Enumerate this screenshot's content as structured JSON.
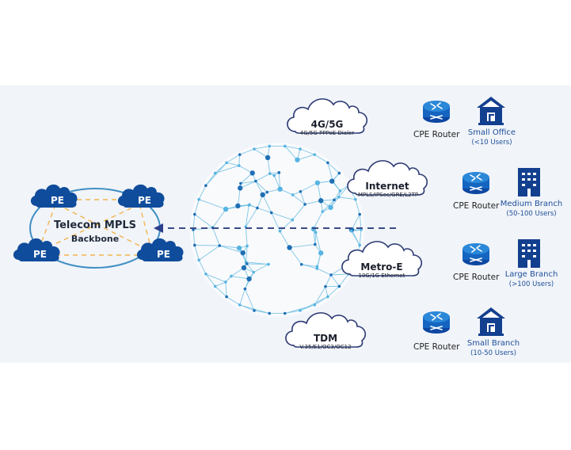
{
  "backbone": {
    "title": "Telecom MPLS",
    "subtitle": "Backbone",
    "pe_nodes": [
      {
        "label": "PE"
      },
      {
        "label": "PE"
      },
      {
        "label": "PE"
      },
      {
        "label": "PE"
      }
    ]
  },
  "access_clouds": [
    {
      "title": "4G/5G",
      "subtitle": "4G/5G PPPoE Dialer"
    },
    {
      "title": "Internet",
      "subtitle": "MPLS/IPSec/GRE/L2TP"
    },
    {
      "title": "Metro-E",
      "subtitle": "10G/1G Ethernet"
    },
    {
      "title": "TDM",
      "subtitle": "V.35/E1/OC3/OC12"
    }
  ],
  "sites": [
    {
      "router_label": "CPE Router",
      "site_name": "Small Office",
      "users": "(<10 Users)",
      "building": "house"
    },
    {
      "router_label": "CPE Router",
      "site_name": "Medium Branch",
      "users": "(50-100 Users)",
      "building": "tower"
    },
    {
      "router_label": "CPE Router",
      "site_name": "Large Branch",
      "users": "(>100 Users)",
      "building": "tower"
    },
    {
      "router_label": "CPE Router",
      "site_name": "Small Branch",
      "users": "(10-50 Users)",
      "building": "house"
    }
  ],
  "colors": {
    "backdrop": "#f1f4f9",
    "pe_cloud": "#0f4c9c",
    "backbone_ring": "#3f8fc4",
    "mesh_dash": "#f2b44a",
    "link_dash": "#3a4a86",
    "router": "#1565c0",
    "building": "#133f8f",
    "sphere_line": "#7fc6e6",
    "sphere_node_dark": "#1f6fb5",
    "sphere_node_light": "#56b4e2"
  }
}
